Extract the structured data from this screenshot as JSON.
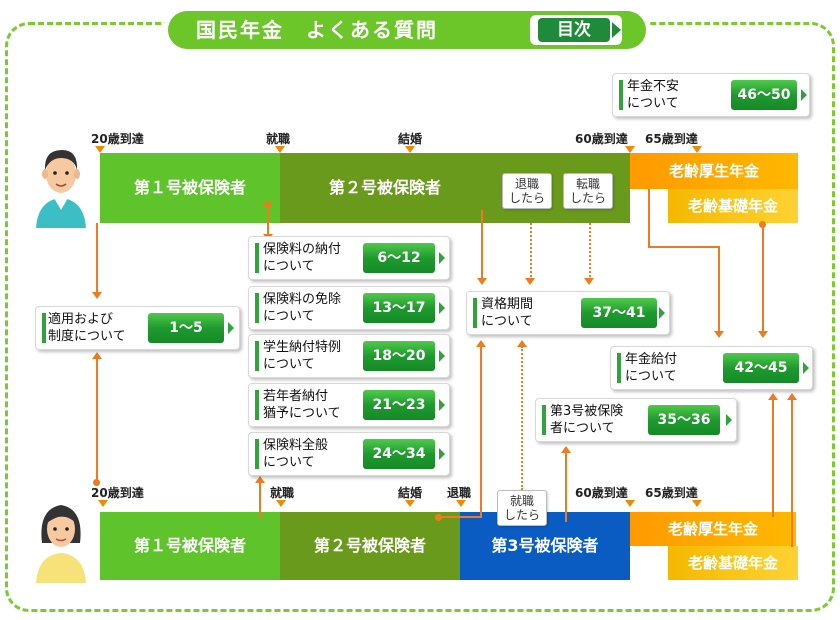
{
  "header": {
    "title": "国民年金　よくある質問",
    "index_label": "目次"
  },
  "topics": [
    {
      "id": "topic-anxiety",
      "label": "年金不安\nについて",
      "range": "46〜50"
    },
    {
      "id": "topic-application",
      "label": "適用および\n制度について",
      "range": "1〜5"
    },
    {
      "id": "topic-payment",
      "label": "保険料の納付\nについて",
      "range": "6〜12"
    },
    {
      "id": "topic-exemption",
      "label": "保険料の免除\nについて",
      "range": "13〜17"
    },
    {
      "id": "topic-student",
      "label": "学生納付特例\nについて",
      "range": "18〜20"
    },
    {
      "id": "topic-youth",
      "label": "若年者納付\n猶予について",
      "range": "21〜23"
    },
    {
      "id": "topic-general",
      "label": "保険料全般\nについて",
      "range": "24〜34"
    },
    {
      "id": "topic-period",
      "label": "資格期間\nについて",
      "range": "37〜41"
    },
    {
      "id": "topic-benefit",
      "label": "年金給付\nについて",
      "range": "42〜45"
    },
    {
      "id": "topic-type3",
      "label": "第3号被保険\n者について",
      "range": "35〜36"
    }
  ],
  "male_timeline": {
    "milestones": [
      "20歳到達",
      "就職",
      "結婚",
      "60歳到達",
      "65歳到達"
    ],
    "segments": [
      "第１号被保険者",
      "第２号被保険者"
    ],
    "events": [
      "退職\nしたら",
      "転職\nしたら"
    ],
    "pensions": [
      "老齢厚生年金",
      "老齢基礎年金"
    ]
  },
  "female_timeline": {
    "milestones": [
      "20歳到達",
      "就職",
      "結婚",
      "退職",
      "60歳到達",
      "65歳到達"
    ],
    "segments": [
      "第１号被保険者",
      "第２号被保険者",
      "第3号被保険者"
    ],
    "events": [
      "就職\nしたら"
    ],
    "pensions": [
      "老齢厚生年金",
      "老齢基礎年金"
    ]
  },
  "colors": {
    "green": "#5fc42c",
    "olive": "#6a9a1c",
    "blue": "#0a5cc2",
    "orange": "#ff9a00",
    "yellow": "#f5b800",
    "arrow": "#f27a1e"
  }
}
